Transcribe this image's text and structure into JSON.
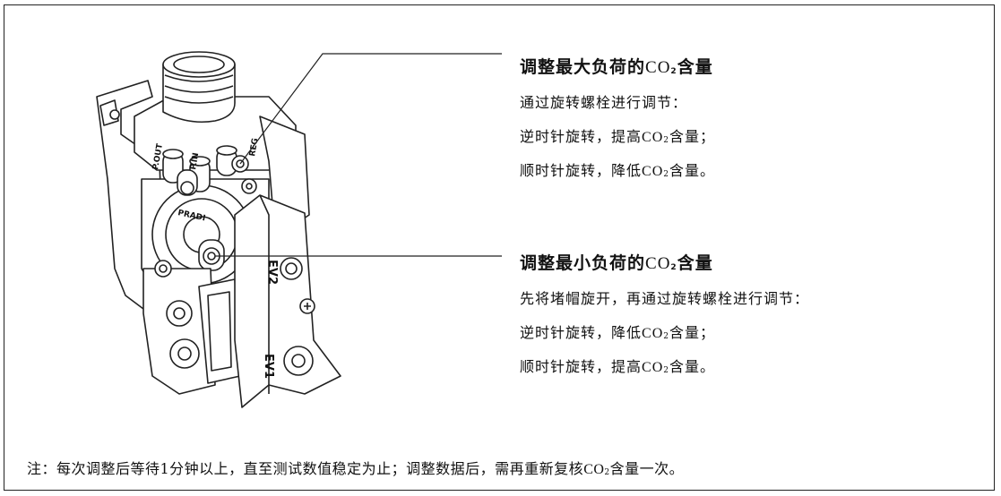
{
  "callout_max": {
    "title_pre": "调整最大负荷的",
    "title_co": "CO",
    "title_sub": "2",
    "title_post": "含量",
    "line1": "通过旋转螺栓进行调节：",
    "line2_pre": "逆时针旋转，提高",
    "line2_post": "含量；",
    "line3_pre": "顺时针旋转，降低",
    "line3_post": "含量。"
  },
  "callout_min": {
    "title_pre": "调整最小负荷的",
    "title_co": "CO",
    "title_sub": "2",
    "title_post": "含量",
    "line1": "先将堵帽旋开，再通过旋转螺栓进行调节：",
    "line2_pre": "逆时针旋转，降低",
    "line2_post": "含量；",
    "line3_pre": "顺时针旋转，提高",
    "line3_post": "含量。"
  },
  "note": {
    "pre": "注：每次调整后等待1分钟以上，直至测试数值稳定为止；调整数据后，需再重新复核",
    "post": "含量一次。"
  },
  "co2": {
    "co": "CO",
    "sub": "2"
  },
  "valve_labels": {
    "p_out": "P.OUT",
    "p_in": "P.IN",
    "ev1": "EV1",
    "ev2": "EV2",
    "prad": "PRADI",
    "reg": "REG"
  },
  "colors": {
    "line": "#222222",
    "fill": "#ffffff",
    "shade": "#e6e6e6"
  }
}
